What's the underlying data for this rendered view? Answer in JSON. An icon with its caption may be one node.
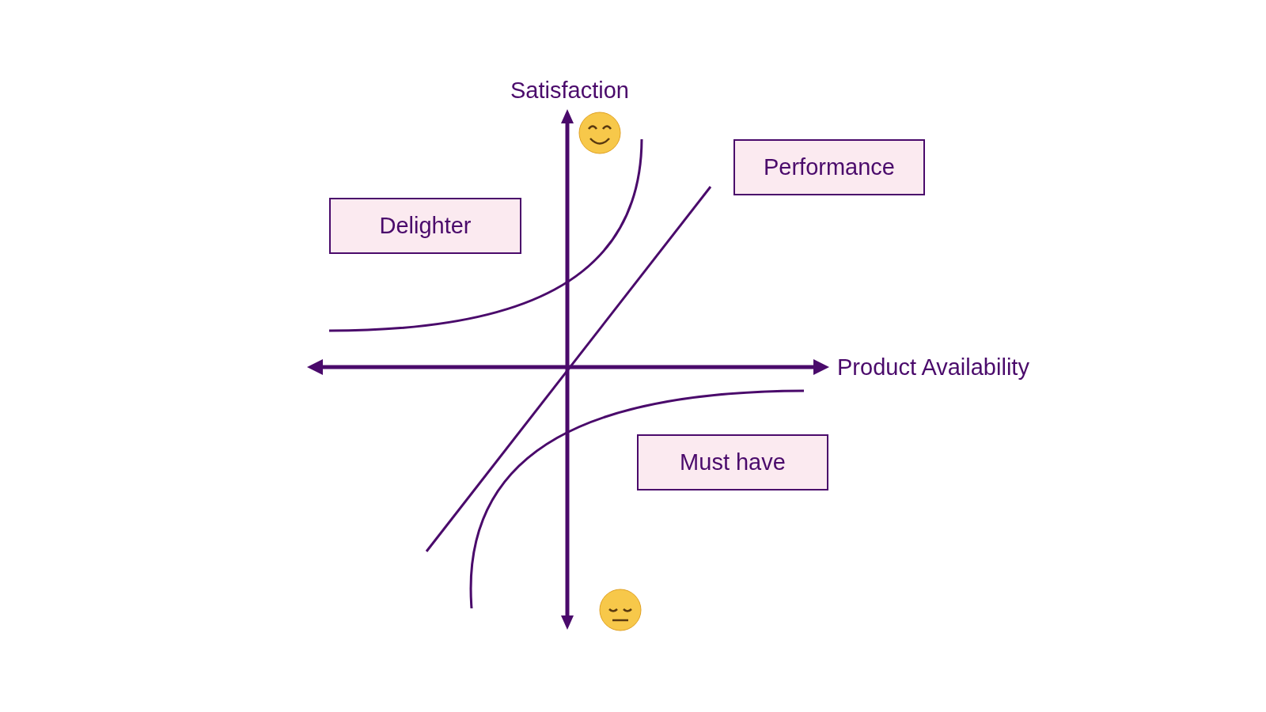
{
  "diagram": {
    "nodes": [
      {
        "text": [
          "Delighter"
        ]
      },
      {
        "text": [
          "Performance"
        ]
      },
      {
        "text": [
          "Must have"
        ]
      }
    ],
    "labels": [
      "Satisfaction",
      "Product Availability"
    ]
  }
}
